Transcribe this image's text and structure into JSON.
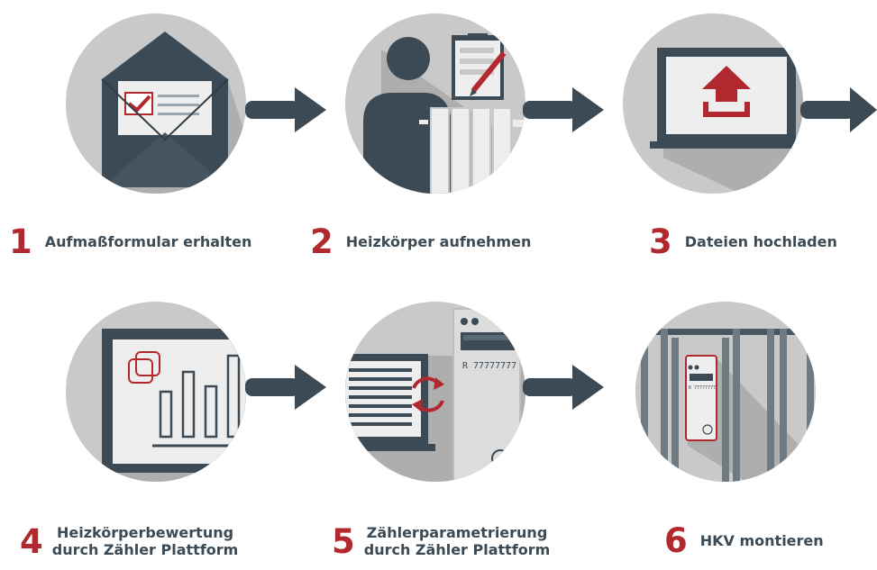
{
  "colors": {
    "circle": "#c9c9c9",
    "shadow": "#aeaeae",
    "dark": "#3b4a54",
    "accent": "#b1292e",
    "light": "#eeeeee"
  },
  "steps": [
    {
      "number": "1",
      "title": "Aufmaßformular erhalten",
      "icon": "envelope-form-icon"
    },
    {
      "number": "2",
      "title": "Heizkörper aufnehmen",
      "icon": "person-radiator-icon"
    },
    {
      "number": "3",
      "title": "Dateien hochladen",
      "icon": "laptop-upload-icon"
    },
    {
      "number": "4",
      "title_line1": "Heizkörperbewertung",
      "title_line2": "durch Zähler Plattform",
      "icon": "laptop-chart-icon"
    },
    {
      "number": "5",
      "title_line1": "Zählerparametrierung",
      "title_line2": "durch Zähler Plattform",
      "icon": "meter-sync-icon",
      "meter_id": "R 77777777"
    },
    {
      "number": "6",
      "title": "HKV montieren",
      "icon": "radiator-meter-icon",
      "meter_id": "R 77777777"
    }
  ]
}
